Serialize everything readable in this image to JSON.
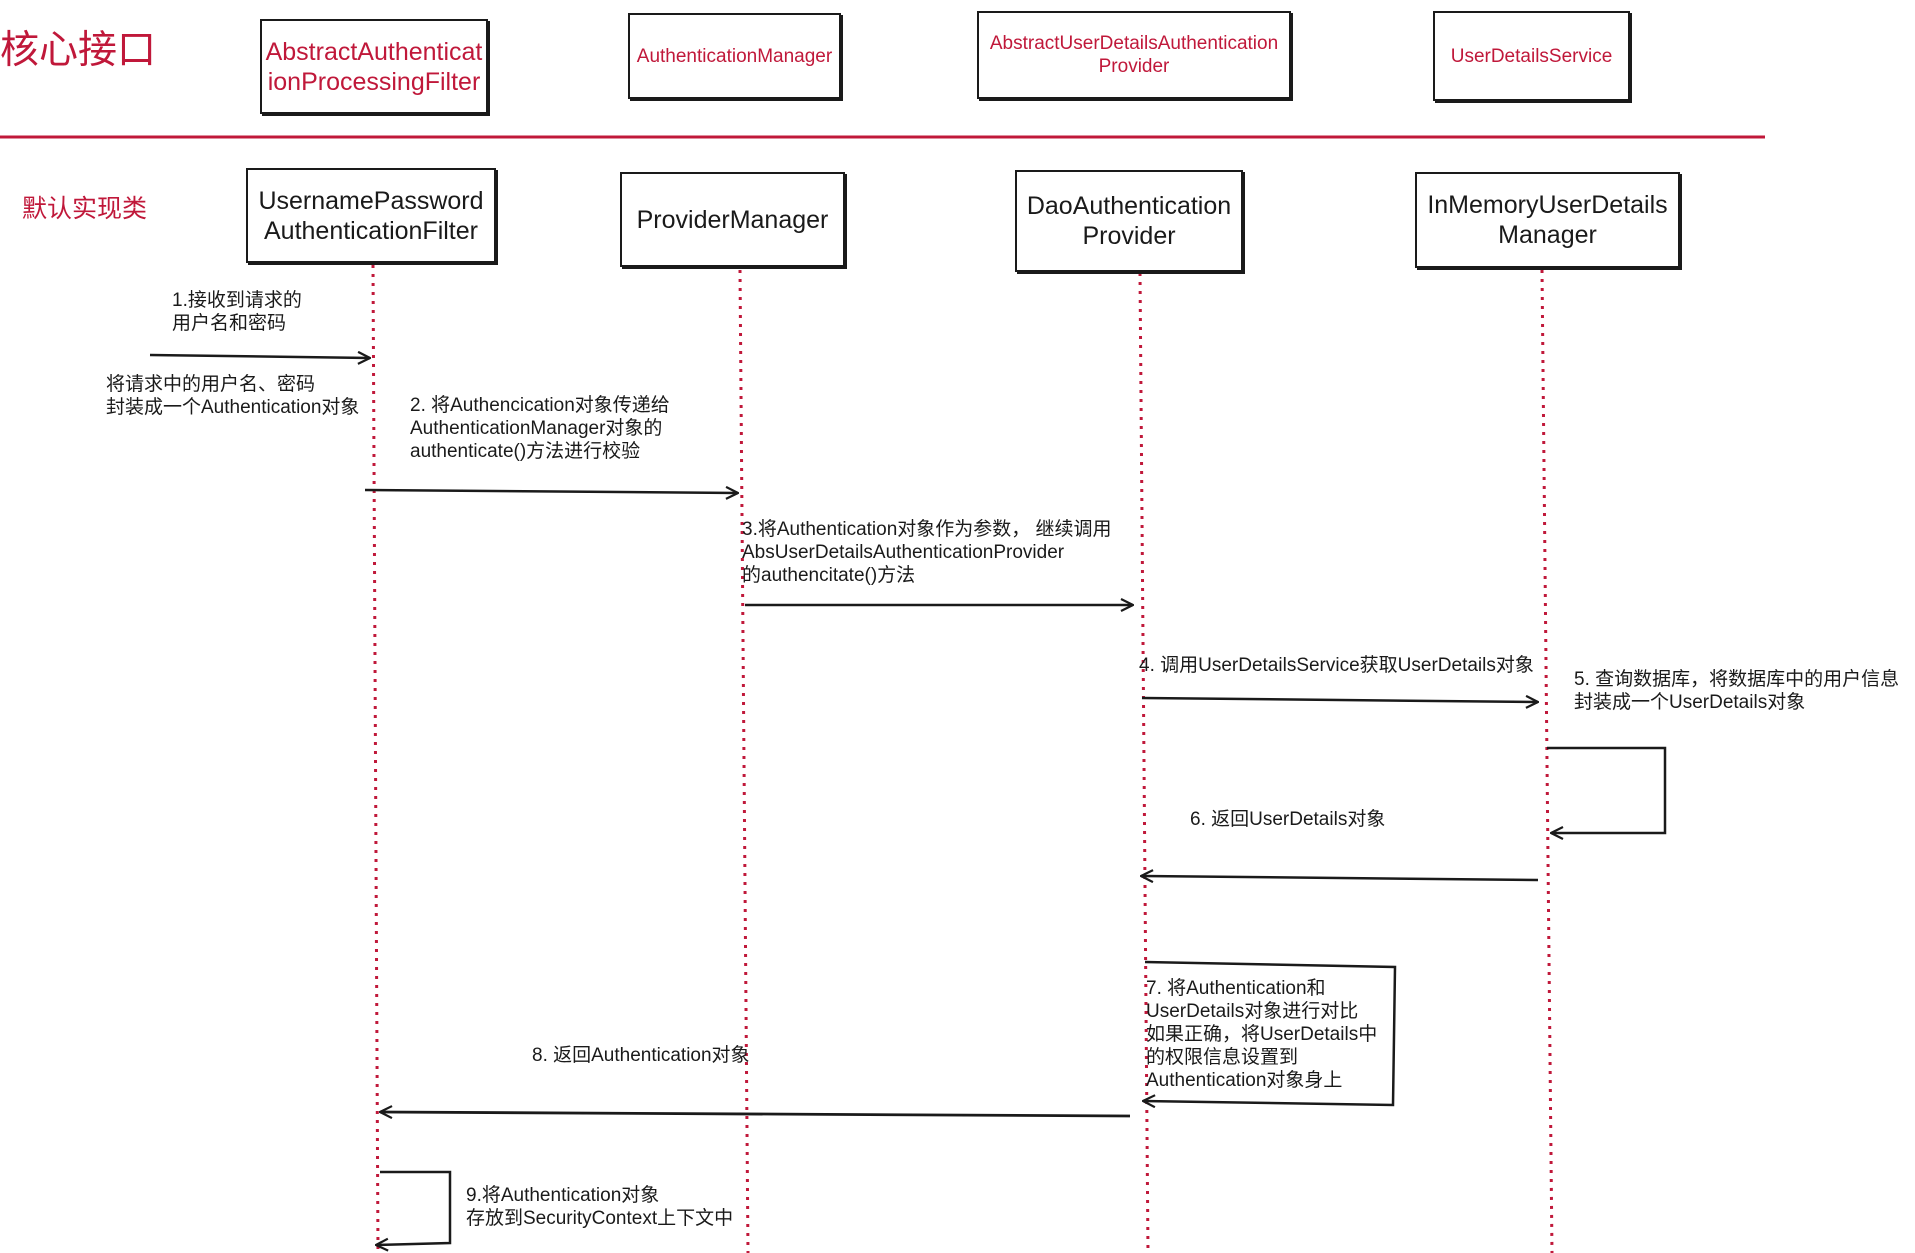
{
  "sections": {
    "core_interfaces": "核心接口",
    "default_impls": "默认实现类"
  },
  "interfaces": [
    {
      "lines": [
        "AbstractAuthenticat",
        "ionProcessingFilter"
      ]
    },
    {
      "lines": [
        "AuthenticationManager"
      ]
    },
    {
      "lines": [
        "AbstractUserDetailsAuthentication",
        "Provider"
      ]
    },
    {
      "lines": [
        "UserDetailsService"
      ]
    }
  ],
  "implementations": [
    {
      "lines": [
        "UsernamePassword",
        "AuthenticationFilter"
      ]
    },
    {
      "lines": [
        "ProviderManager"
      ]
    },
    {
      "lines": [
        "DaoAuthentication",
        "Provider"
      ]
    },
    {
      "lines": [
        "InMemoryUserDetails",
        "Manager"
      ]
    }
  ],
  "steps": [
    {
      "lines": [
        "1.接收到请求的",
        "用户名和密码"
      ]
    },
    {
      "lines": [
        "将请求中的用户名、密码",
        "封装成一个Authentication对象"
      ]
    },
    {
      "lines": [
        "2. 将Authencication对象传递给",
        "AuthenticationManager对象的",
        "authenticate()方法进行校验"
      ]
    },
    {
      "lines": [
        "3.将Authentication对象作为参数， 继续调用",
        "AbsUserDetailsAuthenticationProvider",
        "的authencitate()方法"
      ]
    },
    {
      "lines": [
        "4. 调用UserDetailsService获取UserDetails对象"
      ]
    },
    {
      "lines": [
        "5. 查询数据库，将数据库中的用户信息",
        "封装成一个UserDetails对象"
      ]
    },
    {
      "lines": [
        "6. 返回UserDetails对象"
      ]
    },
    {
      "lines": [
        "7. 将Authentication和",
        "UserDetails对象进行对比",
        "如果正确，将UserDetails中",
        "的权限信息设置到",
        "Authentication对象身上"
      ]
    },
    {
      "lines": [
        "8. 返回Authentication对象"
      ]
    },
    {
      "lines": [
        "9.将Authentication对象",
        "存放到SecurityContext上下文中"
      ]
    }
  ],
  "colors": {
    "accent": "#c0183a",
    "ink": "#1a1a1a",
    "lifeline": "#c0183a"
  }
}
